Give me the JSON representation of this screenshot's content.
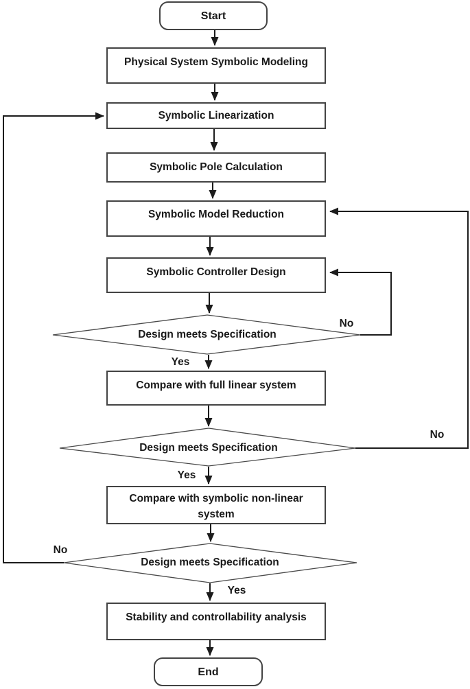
{
  "diagram": {
    "nodes": {
      "start": {
        "label": "Start"
      },
      "physical_modeling": {
        "label": "Physical System Symbolic Modeling"
      },
      "linearization": {
        "label": "Symbolic Linearization"
      },
      "pole_calculation": {
        "label": "Symbolic Pole Calculation"
      },
      "model_reduction": {
        "label": "Symbolic Model Reduction"
      },
      "controller_design": {
        "label": "Symbolic Controller Design"
      },
      "decision_1": {
        "label": "Design meets Specification"
      },
      "compare_full_linear": {
        "label": "Compare with full linear system"
      },
      "decision_2": {
        "label": "Design meets Specification"
      },
      "compare_symbolic_nonlinear": {
        "label": "Compare with symbolic non-linear system"
      },
      "decision_3": {
        "label": "Design meets Specification"
      },
      "stability_analysis": {
        "label": "Stability and controllability analysis"
      },
      "end": {
        "label": "End"
      }
    },
    "edge_labels": {
      "d1_yes": "Yes",
      "d1_no": "No",
      "d2_yes": "Yes",
      "d2_no": "No",
      "d3_yes": "Yes",
      "d3_no": "No"
    },
    "colors": {
      "arrow": "#1c1c1c",
      "box_border": "#434343",
      "diamond_border": "#4a4a4a",
      "text": "#1a1a1a",
      "background": "#ffffff"
    }
  }
}
